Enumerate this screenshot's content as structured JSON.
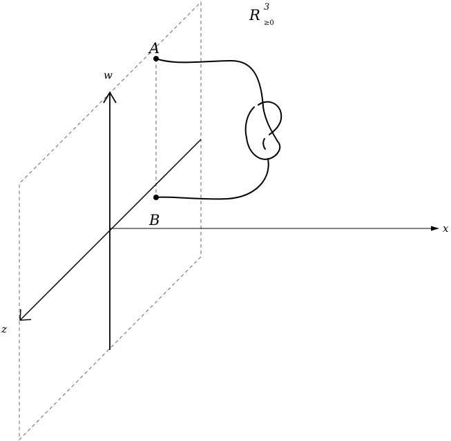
{
  "space_label": {
    "base": "R",
    "superscript": "3",
    "subscript": "≥0"
  },
  "axes": {
    "x": "x",
    "w": "w",
    "z": "z"
  },
  "points": {
    "A": "A",
    "B": "B"
  },
  "colors": {
    "ink": "#000000",
    "dashed": "#666666"
  }
}
